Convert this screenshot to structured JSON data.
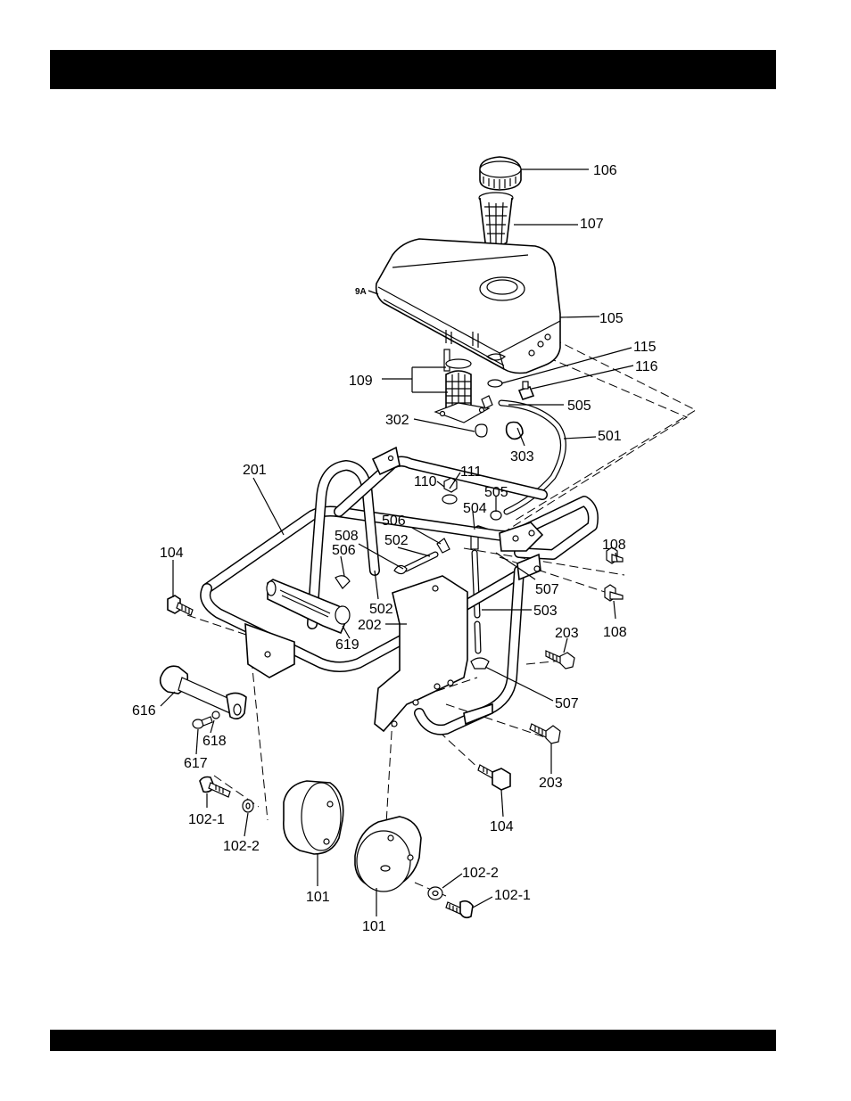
{
  "callouts": [
    {
      "id": "c106",
      "label": "106"
    },
    {
      "id": "c107",
      "label": "107"
    },
    {
      "id": "c9a",
      "label": "9A"
    },
    {
      "id": "c105",
      "label": "105"
    },
    {
      "id": "c115",
      "label": "115"
    },
    {
      "id": "c116",
      "label": "116"
    },
    {
      "id": "c109",
      "label": "109"
    },
    {
      "id": "c505a",
      "label": "505"
    },
    {
      "id": "c302",
      "label": "302"
    },
    {
      "id": "c501",
      "label": "501"
    },
    {
      "id": "c303",
      "label": "303"
    },
    {
      "id": "c201",
      "label": "201"
    },
    {
      "id": "c111",
      "label": "111"
    },
    {
      "id": "c110",
      "label": "110"
    },
    {
      "id": "c505b",
      "label": "505"
    },
    {
      "id": "c506a",
      "label": "506"
    },
    {
      "id": "c504",
      "label": "504"
    },
    {
      "id": "c508",
      "label": "508"
    },
    {
      "id": "c502a",
      "label": "502"
    },
    {
      "id": "c506b",
      "label": "506"
    },
    {
      "id": "c108a",
      "label": "108"
    },
    {
      "id": "c104a",
      "label": "104"
    },
    {
      "id": "c507a",
      "label": "507"
    },
    {
      "id": "c108b",
      "label": "108"
    },
    {
      "id": "c502b",
      "label": "502"
    },
    {
      "id": "c503",
      "label": "503"
    },
    {
      "id": "c202",
      "label": "202"
    },
    {
      "id": "c203a",
      "label": "203"
    },
    {
      "id": "c619",
      "label": "619"
    },
    {
      "id": "c507b",
      "label": "507"
    },
    {
      "id": "c616",
      "label": "616"
    },
    {
      "id": "c618",
      "label": "618"
    },
    {
      "id": "c617",
      "label": "617"
    },
    {
      "id": "c203b",
      "label": "203"
    },
    {
      "id": "c102_1a",
      "label": "102-1"
    },
    {
      "id": "c104b",
      "label": "104"
    },
    {
      "id": "c102_2a",
      "label": "102-2"
    },
    {
      "id": "c101a",
      "label": "101"
    },
    {
      "id": "c102_2b",
      "label": "102-2"
    },
    {
      "id": "c102_1b",
      "label": "102-1"
    },
    {
      "id": "c101b",
      "label": "101"
    }
  ]
}
